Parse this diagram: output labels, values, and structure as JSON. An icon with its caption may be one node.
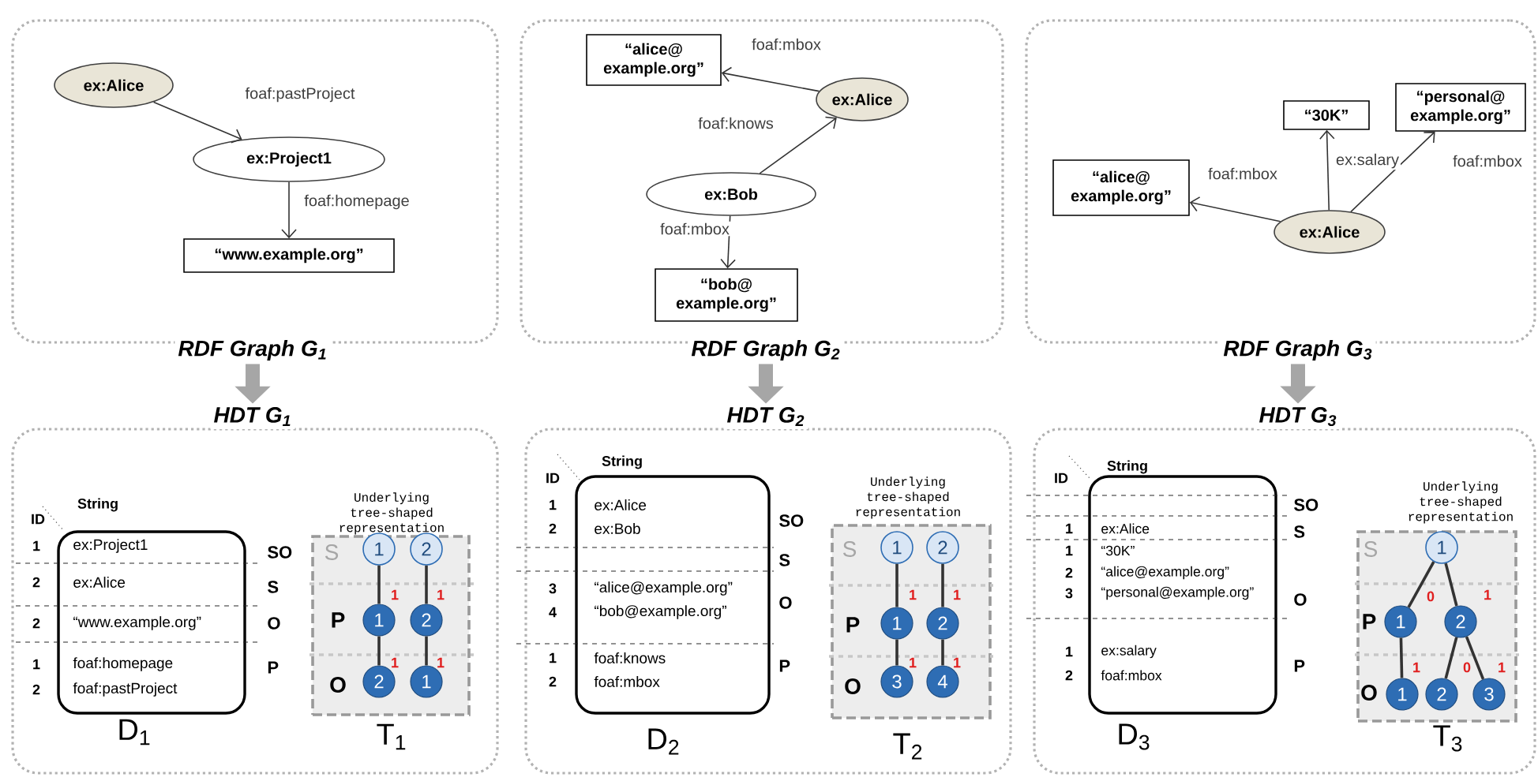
{
  "diagram": {
    "nodes": [
      {
        "text": [
          "RDF Graph G$_{1}$"
        ]
      },
      {
        "text": [
          "ex:Alice"
        ],
        "in": 0
      },
      {
        "text": [
          "ex:Project1"
        ],
        "in": 0
      },
      {
        "text": [
          "“www.example.org”"
        ],
        "in": 0
      },
      {
        "text": [
          "RDF Graph G$_{2}$"
        ]
      },
      {
        "text": [
          "“alice@ example.org”"
        ],
        "in": 4
      },
      {
        "text": [
          "ex:Alice"
        ],
        "in": 4
      },
      {
        "text": [
          "ex:Bob"
        ],
        "in": 4
      },
      {
        "text": [
          "“bob@ example.org”"
        ],
        "in": 4
      },
      {
        "text": [
          "RDF Graph G$_{3}$"
        ]
      },
      {
        "text": [
          "“30K”"
        ],
        "in": 9
      },
      {
        "text": [
          "“personal@ example.org”"
        ],
        "in": 9
      },
      {
        "text": [
          "“alice@ example.org”"
        ],
        "in": 9
      },
      {
        "text": [
          "ex:Alice"
        ],
        "in": 9
      },
      {
        "text": [
          "HDT G$_{1}$"
        ]
      },
      {
        "text": [
          "String",
          "ex:Project1",
          "ex:Alice",
          "“www.example.org”",
          "foaf:homepage",
          "foaf:pastProject"
        ],
        "beside": [
          "ID",
          "1",
          "2",
          "2",
          "1",
          "2",
          "SO",
          "S",
          "O",
          "P",
          "D$_{1}$"
        ],
        "in": 14
      },
      {
        "text": [
          "Underlying tree-shaped representation",
          "S",
          "P",
          "O"
        ],
        "beside": [
          "T$_{1}$"
        ],
        "in": 14
      },
      {
        "text": [
          "1"
        ],
        "in": 16
      },
      {
        "text": [
          "2"
        ],
        "in": 16
      },
      {
        "text": [
          "1"
        ],
        "in": 16
      },
      {
        "text": [
          "2"
        ],
        "in": 16
      },
      {
        "text": [
          "2"
        ],
        "in": 16
      },
      {
        "text": [
          "1"
        ],
        "in": 16
      },
      {
        "text": [
          "HDT G$_{2}$"
        ]
      },
      {
        "text": [
          "String",
          "ex:Alice",
          "ex:Bob",
          "“alice@example.org”",
          "“bob@example.org”",
          "foaf:knows",
          "foaf:mbox"
        ],
        "beside": [
          "ID",
          "1",
          "2",
          "3",
          "4",
          "1",
          "2",
          "SO",
          "S",
          "O",
          "P",
          "D$_{2}$"
        ],
        "in": 23
      },
      {
        "text": [
          "Underlying tree-shaped representation",
          "S",
          "P",
          "O"
        ],
        "beside": [
          "T$_{2}$"
        ],
        "in": 23
      },
      {
        "text": [
          "1"
        ],
        "in": 25
      },
      {
        "text": [
          "2"
        ],
        "in": 25
      },
      {
        "text": [
          "1"
        ],
        "in": 25
      },
      {
        "text": [
          "2"
        ],
        "in": 25
      },
      {
        "text": [
          "3"
        ],
        "in": 25
      },
      {
        "text": [
          "4"
        ],
        "in": 25
      },
      {
        "text": [
          "HDT G$_{3}$"
        ]
      },
      {
        "text": [
          "String",
          "ex:Alice",
          "“30K”",
          "“alice@example.org”",
          "“personal@example.org”",
          "ex:salary",
          "foaf:mbox"
        ],
        "beside": [
          "ID",
          "1",
          "1",
          "2",
          "3",
          "1",
          "2",
          "SO",
          "S",
          "O",
          "P",
          "D$_{3}$"
        ],
        "in": 32
      },
      {
        "text": [
          "Underlying tree-shaped representation",
          "S",
          "P",
          "O"
        ],
        "beside": [
          "T$_{3}$"
        ],
        "in": 32
      },
      {
        "text": [
          "1"
        ],
        "in": 34
      },
      {
        "text": [
          "1"
        ],
        "in": 34
      },
      {
        "text": [
          "2"
        ],
        "in": 34
      },
      {
        "text": [
          "1"
        ],
        "in": 34
      },
      {
        "text": [
          "2"
        ],
        "in": 34
      },
      {
        "text": [
          "3"
        ],
        "in": 34
      }
    ],
    "edges": [
      {
        "from": 1,
        "to": 2,
        "arrow": "to",
        "label": "foaf:pastProject"
      },
      {
        "from": 2,
        "to": 3,
        "arrow": "to",
        "label": "foaf:homepage"
      },
      {
        "from": 6,
        "to": 5,
        "arrow": "to",
        "label": "foaf:mbox"
      },
      {
        "from": 7,
        "to": 6,
        "arrow": "to",
        "label": "foaf:knows"
      },
      {
        "from": 7,
        "to": 8,
        "arrow": "to",
        "label": "foaf:mbox"
      },
      {
        "from": 13,
        "to": 12,
        "arrow": "to",
        "label": "foaf:mbox"
      },
      {
        "from": 13,
        "to": 10,
        "arrow": "to",
        "label": "ex:salary"
      },
      {
        "from": 13,
        "to": 11,
        "arrow": "to",
        "label": "foaf:mbox"
      },
      {
        "from": 0,
        "to": 14,
        "arrow": "to",
        "style": "thick",
        "color": "#a6a6a6"
      },
      {
        "from": 4,
        "to": 23,
        "arrow": "to",
        "style": "thick",
        "color": "#a6a6a6"
      },
      {
        "from": 9,
        "to": 32,
        "arrow": "to",
        "style": "thick",
        "color": "#a6a6a6"
      },
      {
        "from": 17,
        "to": 19,
        "arrow": "none",
        "label": "1"
      },
      {
        "from": 18,
        "to": 20,
        "arrow": "none",
        "label": "1"
      },
      {
        "from": 19,
        "to": 21,
        "arrow": "none",
        "label": "1"
      },
      {
        "from": 20,
        "to": 22,
        "arrow": "none",
        "label": "1"
      },
      {
        "from": 26,
        "to": 28,
        "arrow": "none",
        "label": "1"
      },
      {
        "from": 27,
        "to": 29,
        "arrow": "none",
        "label": "1"
      },
      {
        "from": 28,
        "to": 30,
        "arrow": "none",
        "label": "1"
      },
      {
        "from": 29,
        "to": 31,
        "arrow": "none",
        "label": "1"
      },
      {
        "from": 35,
        "to": 36,
        "arrow": "none",
        "label": "0"
      },
      {
        "from": 35,
        "to": 37,
        "arrow": "none",
        "label": "1"
      },
      {
        "from": 36,
        "to": 38,
        "arrow": "none",
        "label": "1"
      },
      {
        "from": 37,
        "to": 39,
        "arrow": "none",
        "label": "0"
      },
      {
        "from": 37,
        "to": 40,
        "arrow": "none",
        "label": "1"
      }
    ]
  }
}
